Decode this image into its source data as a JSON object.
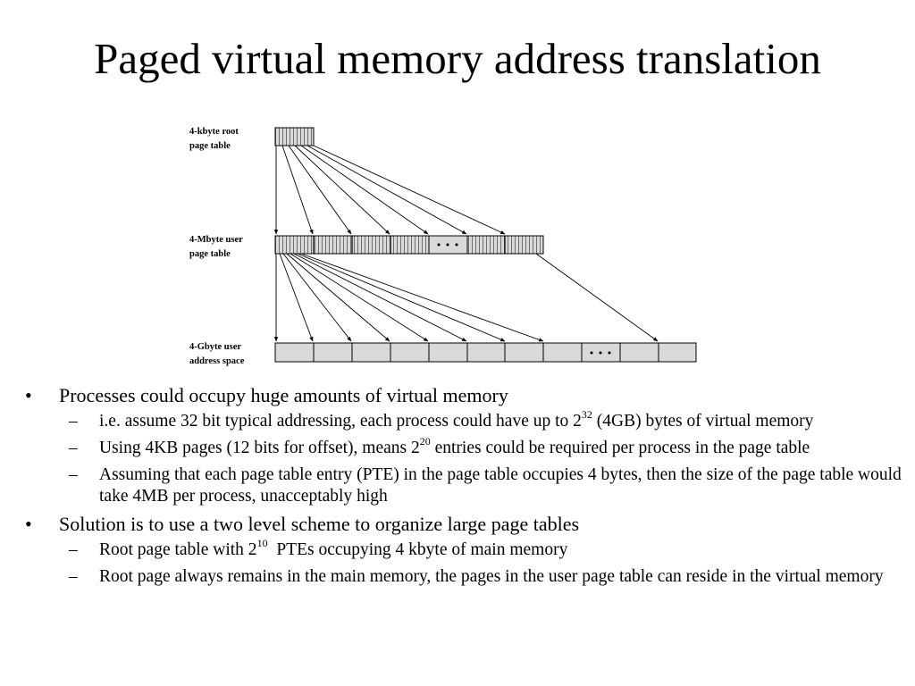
{
  "title": "Paged virtual memory address translation",
  "diagram": {
    "root_label": [
      "4-kbyte root",
      "page table"
    ],
    "user_label": [
      "4-Mbyte user",
      "page table"
    ],
    "space_label": [
      "4-Gbyte user",
      "address space"
    ],
    "ellipsis": "• • •"
  },
  "bullets": [
    {
      "text": "Processes could occupy huge amounts of virtual memory",
      "sub": [
        {
          "pre": "i.e. assume 32 bit typical addressing, each process could have up to 2",
          "sup": "32",
          "post": " (4GB) bytes of virtual memory"
        },
        {
          "pre": "Using 4KB pages (12 bits for offset), means 2",
          "sup": "20",
          "post": " entries could be required per process in the page table"
        },
        {
          "pre": "Assuming that each page table entry (PTE) in the page table occupies 4 bytes, then the size of the page table would take 4MB per process, unacceptably high",
          "sup": "",
          "post": ""
        }
      ]
    },
    {
      "text": "Solution is to use a two level scheme to organize large page tables",
      "sub": [
        {
          "pre": "Root page table with 2",
          "sup": "10",
          "post": "  PTEs occupying 4 kbyte of main memory"
        },
        {
          "pre": "Root page always remains in the main memory, the pages in the user page table can reside in the virtual memory",
          "sup": "",
          "post": ""
        }
      ]
    }
  ]
}
